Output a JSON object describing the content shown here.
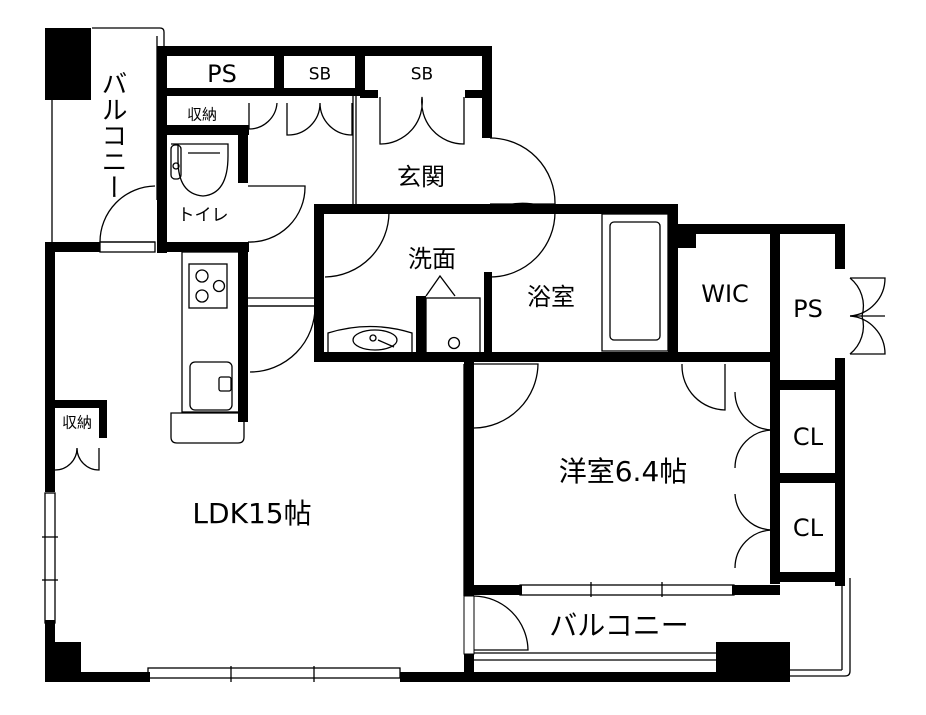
{
  "plan": {
    "background": "#ffffff",
    "wall_color": "#000000",
    "rooms": {
      "ldk": {
        "label": "LDK15帖"
      },
      "western_room": {
        "label": "洋室6.4帖"
      },
      "bathroom": {
        "label": "浴室"
      },
      "washroom": {
        "label": "洗面"
      },
      "entrance": {
        "label": "玄関"
      },
      "toilet": {
        "label": "トイレ"
      },
      "wic": {
        "label": "WIC"
      },
      "ps_top": {
        "label": "PS"
      },
      "ps_right": {
        "label": "PS"
      },
      "sb_left": {
        "label": "SB"
      },
      "sb_right": {
        "label": "SB"
      },
      "storage_top": {
        "label": "収納"
      },
      "storage_left": {
        "label": "収納"
      },
      "closet_1": {
        "label": "CL"
      },
      "closet_2": {
        "label": "CL"
      },
      "balcony_left": {
        "label": "バルコニー"
      },
      "balcony_bottom": {
        "label": "バルコニー"
      }
    }
  }
}
